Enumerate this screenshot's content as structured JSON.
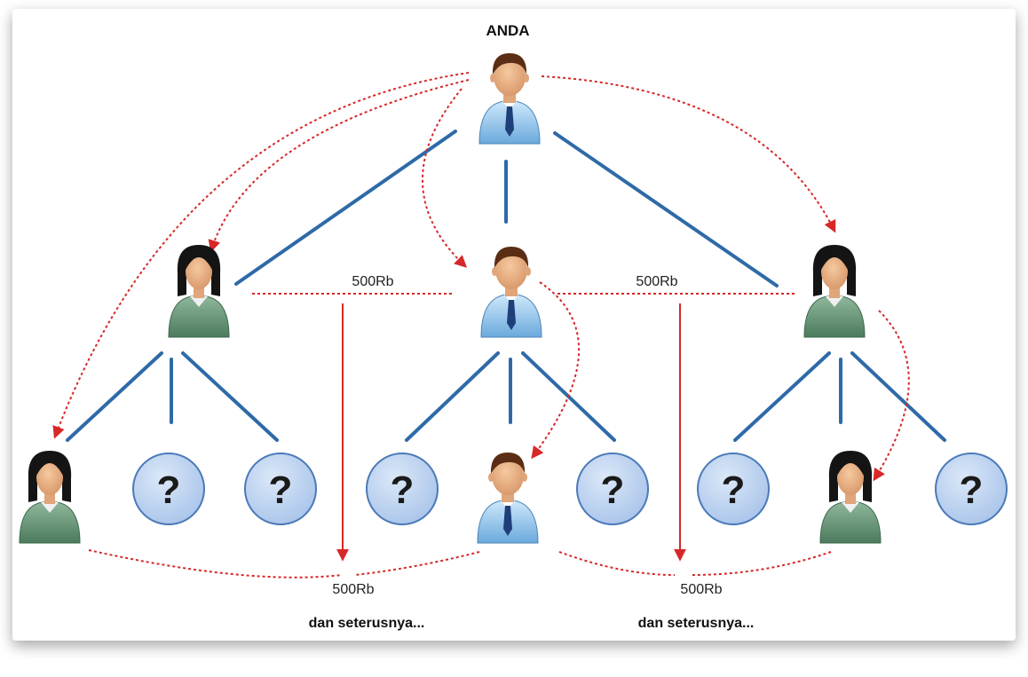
{
  "diagram": {
    "top_label": "ANDA",
    "bonus_label_left": "500Rb",
    "bonus_label_right": "500Rb",
    "bonus_label_bottom_left": "500Rb",
    "bonus_label_bottom_right": "500Rb",
    "continuation_left": "dan seterusnya...",
    "continuation_right": "dan seterusnya...",
    "unknown_mark": "?",
    "colors": {
      "tree_line": "#2e6aa8",
      "referral_arrow": "#d62828",
      "unknown_fill": "#b8cfee",
      "unknown_stroke": "#4a7ab8",
      "male_shirt": "#8ec3ea",
      "female_sweater": "#5d8f6f"
    },
    "icons": {
      "male": "businessman-icon",
      "female": "businesswoman-icon",
      "unknown": "question-circle-icon"
    }
  }
}
